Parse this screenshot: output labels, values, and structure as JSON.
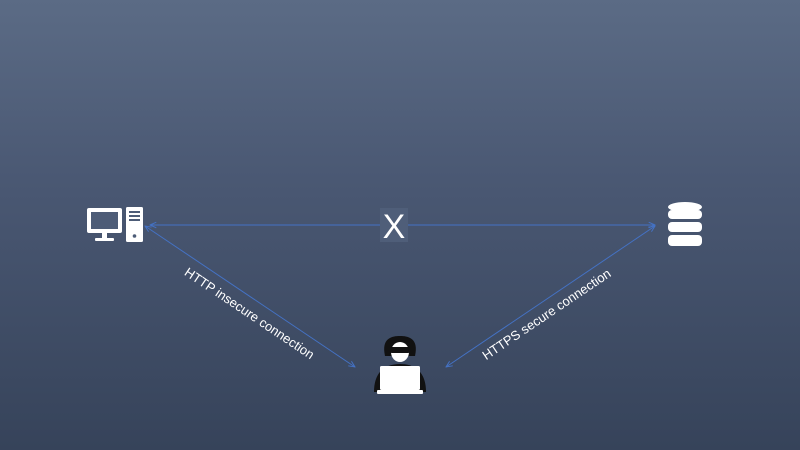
{
  "diagram": {
    "nodes": [
      {
        "id": "client",
        "icon": "desktop-computer-icon"
      },
      {
        "id": "server",
        "icon": "database-icon"
      },
      {
        "id": "attacker",
        "icon": "hacker-icon"
      }
    ],
    "connections": {
      "direct": {
        "marker": "X",
        "status": "blocked"
      },
      "client_attacker": {
        "label": "HTTP insecure connection"
      },
      "attacker_server": {
        "label": "HTTPS secure connection"
      }
    },
    "colors": {
      "line": "#4472c4",
      "icon": "#ffffff",
      "text": "#ffffff",
      "background_top": "#5b6b85",
      "background_bottom": "#36435a"
    }
  }
}
